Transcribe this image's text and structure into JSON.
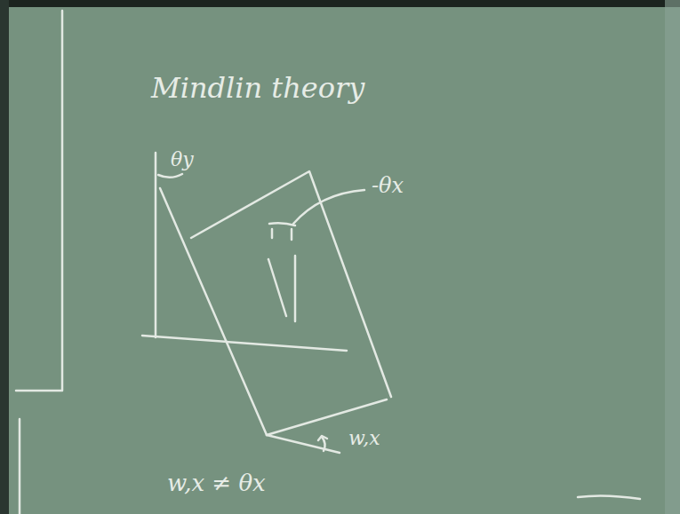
{
  "diagram": {
    "title": "Mindlin theory",
    "labels": [
      "θy",
      "-θx",
      "w,x",
      "w,x ≠ θx"
    ]
  }
}
